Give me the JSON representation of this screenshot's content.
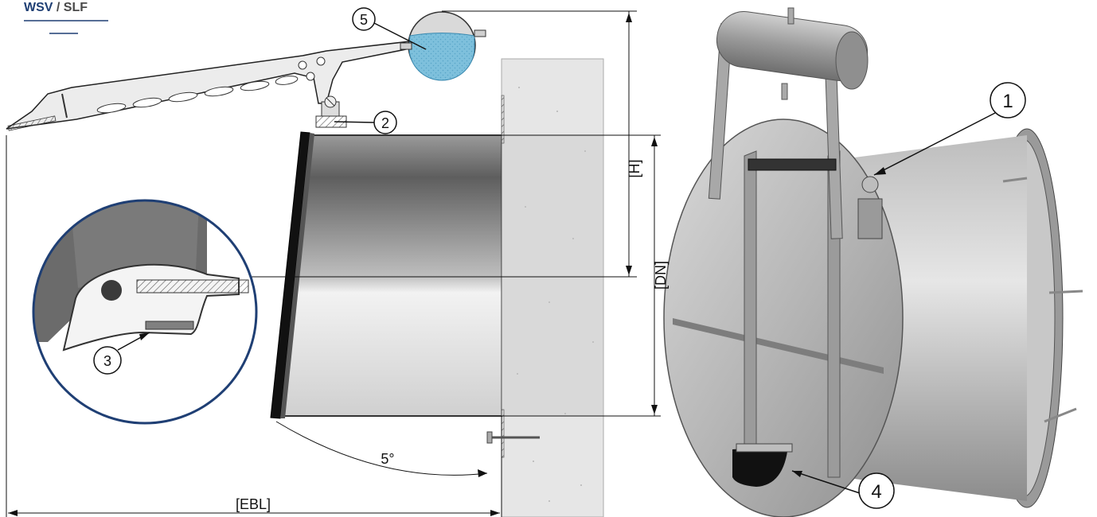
{
  "logo": {
    "primary": "WSV",
    "separator": " / ",
    "secondary": "SLF"
  },
  "dimensions": {
    "height": "[H]",
    "diameter": "[DN]",
    "length": "[EBL]",
    "angle": "5°"
  },
  "callouts": [
    "1",
    "2",
    "3",
    "4",
    "5"
  ],
  "colors": {
    "logo_blue": "#1f3f74",
    "float_water": "#7ec0dc",
    "concrete": "#e6e6e6",
    "detail_ring": "#1f3f74"
  }
}
